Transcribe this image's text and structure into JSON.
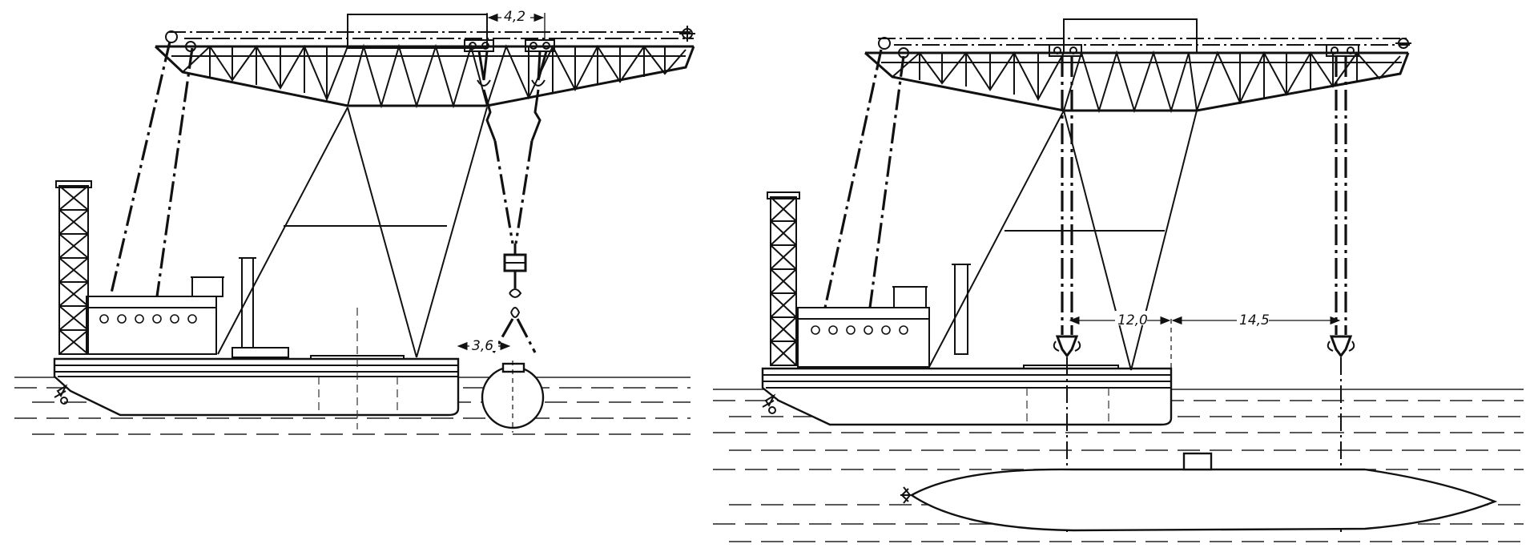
{
  "drawing": {
    "left_view": {
      "hook_spacing_label": "4,2",
      "load_offset_label": "3,6"
    },
    "right_view": {
      "span_label_1": "12,0",
      "span_label_2": "14,5"
    }
  }
}
